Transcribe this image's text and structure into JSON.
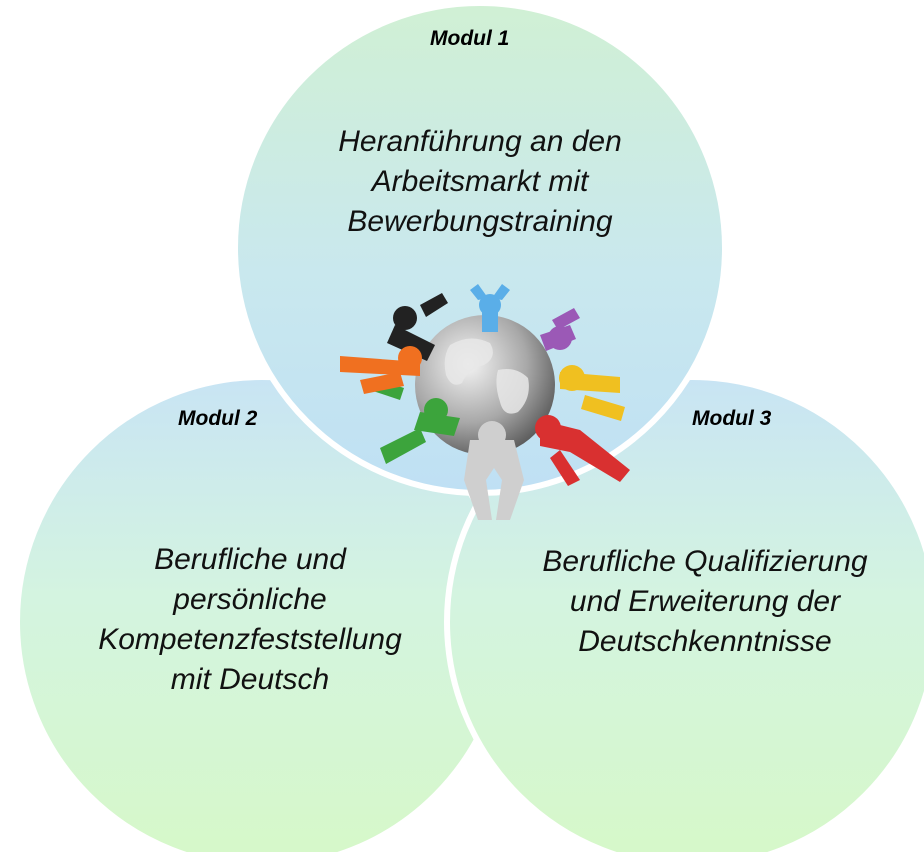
{
  "modules": [
    {
      "label": "Modul 1",
      "lines": [
        "Heranführung an den",
        "Arbeitsmarkt mit",
        "Bewerbungstraining"
      ]
    },
    {
      "label": "Modul 2",
      "lines": [
        "Berufliche und",
        "persönliche",
        "Kompetenzfeststellung",
        "mit Deutsch"
      ]
    },
    {
      "label": "Modul 3",
      "lines": [
        "Berufliche Qualifizierung",
        "und Erweiterung der",
        "Deutschkenntnisse"
      ]
    }
  ],
  "colors": {
    "circle_top": "#ccedd2",
    "circle_mid": "#c8e4f4",
    "circle_bottom": "#d2f6c8",
    "circle_outline": "#ffffff",
    "figure_colors": [
      "#222222",
      "#5aaee8",
      "#9b59b6",
      "#f0c020",
      "#d93030",
      "#cfcfcf",
      "#3ca43c",
      "#f07020"
    ]
  },
  "center_image": "globe-with-people-holding-hands"
}
